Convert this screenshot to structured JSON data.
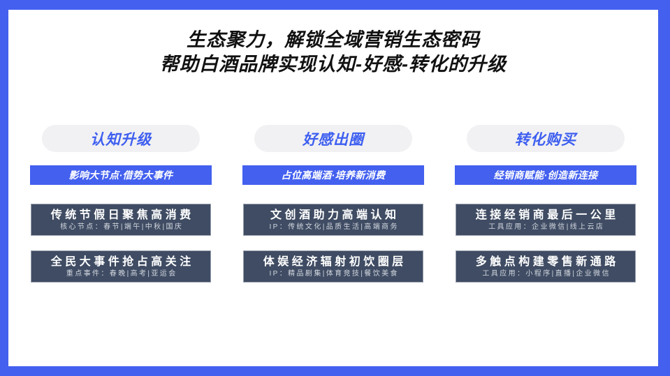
{
  "slide": {
    "title": {
      "line1": "生态聚力，解锁全域营销生态密码",
      "line2": "帮助白酒品牌实现认知-好感-转化的升级"
    },
    "theme": {
      "frame_blue": "#4360ef",
      "pill_bg": "#f1f1f3",
      "pill_text": "#3d5ef0",
      "bar_bg": "#4360ef",
      "bar_text": "#ffffff",
      "card_bg": "#3f4c63",
      "card_border": "#98a0ad",
      "card_title_text": "#ffffff",
      "card_sub_text": "#d3d8e0",
      "page_bg": "#ffffff",
      "title_text": "#111111"
    },
    "columns": [
      {
        "pill": "认知升级",
        "bar": "影响大节点·借势大事件",
        "cards": [
          {
            "title": "传统节假日聚焦高消费",
            "sub": "核心节点：春节|端午|中秋|国庆"
          },
          {
            "title": "全民大事件抢占高关注",
            "sub": "重点事件：春晚|高考|亚运会"
          }
        ]
      },
      {
        "pill": "好感出圈",
        "bar": "占位高端酒·培养新消费",
        "cards": [
          {
            "title": "文创酒助力高端认知",
            "sub": "IP：传统文化|品质生活|高端商务"
          },
          {
            "title": "体娱经济辐射初饮圈层",
            "sub": "IP：精品剧集|体育竞技|餐饮美食"
          }
        ]
      },
      {
        "pill": "转化购买",
        "bar": "经销商赋能·创造新连接",
        "cards": [
          {
            "title": "连接经销商最后一公里",
            "sub": "工具应用：企业微信|线上云店"
          },
          {
            "title": "多触点构建零售新通路",
            "sub": "工具应用：小程序|直播|企业微信"
          }
        ]
      }
    ]
  }
}
